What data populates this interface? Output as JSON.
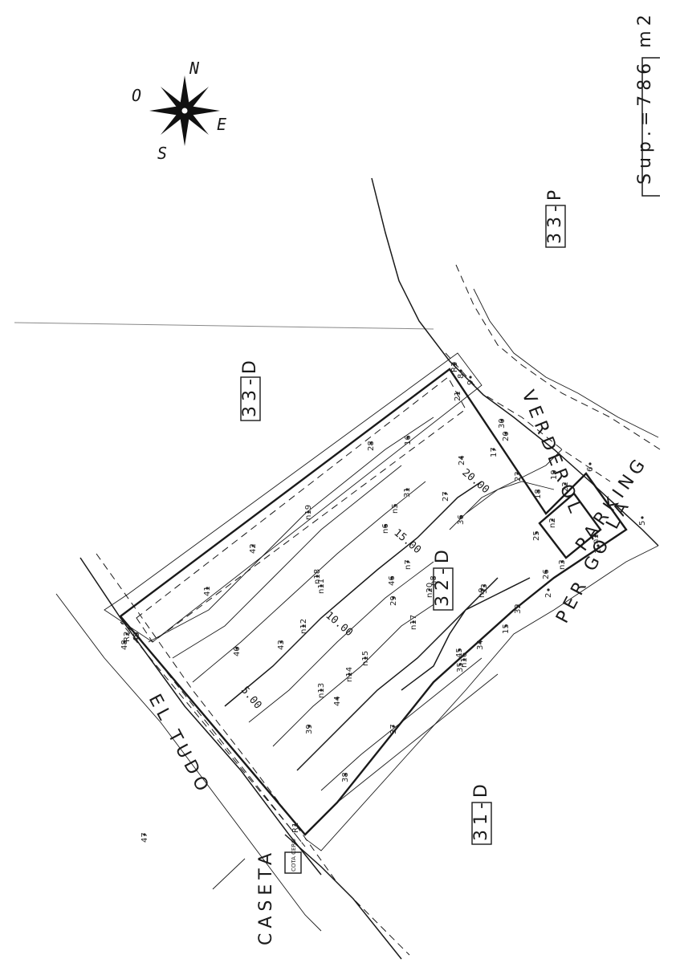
{
  "compass": {
    "north": "N",
    "east": "E",
    "south": "S",
    "west": "O"
  },
  "area_label": "Sup.=786 m2",
  "parcels": {
    "main": "32-D",
    "north": "33-D",
    "south": "31-D",
    "east": "33-P"
  },
  "streets": {
    "verderol": "VERDEROL",
    "el_tudo": "EL TUDO",
    "caseta": "CASETA",
    "pergola": "PER GO LA"
  },
  "parking_label": "PARKING",
  "cota_cero_label": "COTA CERO",
  "contours": [
    "5.00",
    "10.00",
    "15.00",
    "20.00"
  ],
  "points": [
    {
      "id": "R1"
    },
    {
      "id": "R2"
    },
    {
      "id": "R3"
    },
    {
      "id": "1"
    },
    {
      "id": "2"
    },
    {
      "id": "5"
    },
    {
      "id": "6"
    },
    {
      "id": "8"
    },
    {
      "id": "9"
    },
    {
      "id": "15"
    },
    {
      "id": "16"
    },
    {
      "id": "17"
    },
    {
      "id": "18"
    },
    {
      "id": "19"
    },
    {
      "id": "20"
    },
    {
      "id": "21"
    },
    {
      "id": "22"
    },
    {
      "id": "23"
    },
    {
      "id": "24"
    },
    {
      "id": "25"
    },
    {
      "id": "26"
    },
    {
      "id": "27"
    },
    {
      "id": "28"
    },
    {
      "id": "29"
    },
    {
      "id": "30"
    },
    {
      "id": "31"
    },
    {
      "id": "32"
    },
    {
      "id": "33"
    },
    {
      "id": "34"
    },
    {
      "id": "35"
    },
    {
      "id": "36"
    },
    {
      "id": "37"
    },
    {
      "id": "38"
    },
    {
      "id": "39"
    },
    {
      "id": "40"
    },
    {
      "id": "41"
    },
    {
      "id": "42"
    },
    {
      "id": "43"
    },
    {
      "id": "44"
    },
    {
      "id": "45"
    },
    {
      "id": "46"
    },
    {
      "id": "47"
    },
    {
      "id": "48"
    },
    {
      "id": "49"
    },
    {
      "id": "n1"
    },
    {
      "id": "n2"
    },
    {
      "id": "n3"
    },
    {
      "id": "n5"
    },
    {
      "id": "n6"
    },
    {
      "id": "n7"
    },
    {
      "id": "n8"
    },
    {
      "id": "n9"
    },
    {
      "id": "n11"
    },
    {
      "id": "n12"
    },
    {
      "id": "n13"
    },
    {
      "id": "n14"
    },
    {
      "id": "n15"
    },
    {
      "id": "n16"
    },
    {
      "id": "n17"
    },
    {
      "id": "n18"
    },
    {
      "id": "n19"
    },
    {
      "id": "n20"
    }
  ]
}
